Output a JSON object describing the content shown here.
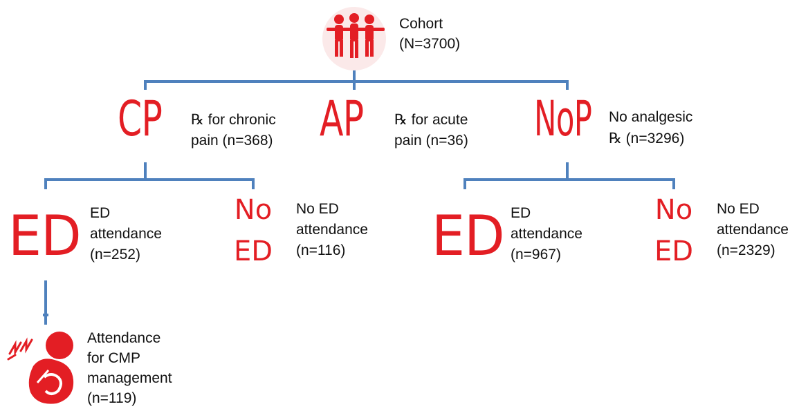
{
  "colors": {
    "accent": "#e31e24",
    "connector": "#4f81bd",
    "text": "#111111"
  },
  "root": {
    "icon": "people-group-icon",
    "title": "Cohort",
    "count": "(N=3700)"
  },
  "level1": [
    {
      "id": "cp",
      "abbr": "CP",
      "line1": "℞ for chronic",
      "line2": "pain (n=368)"
    },
    {
      "id": "ap",
      "abbr": "AP",
      "line1": "℞ for acute",
      "line2": "pain (n=36)"
    },
    {
      "id": "nop",
      "abbr": "NoP",
      "line1": "No analgesic",
      "line2": "℞ (n=3296)"
    }
  ],
  "level2": [
    {
      "id": "cp-ed",
      "abbr": "ED",
      "line1": "ED",
      "line2": "attendance",
      "line3": "(n=252)"
    },
    {
      "id": "cp-no-ed",
      "abbr_top": "No",
      "abbr_bottom": "ED",
      "line1": "No ED",
      "line2": "attendance",
      "line3": "(n=116)"
    },
    {
      "id": "nop-ed",
      "abbr": "ED",
      "line1": "ED",
      "line2": "attendance",
      "line3": "(n=967)"
    },
    {
      "id": "nop-no-ed",
      "abbr_top": "No",
      "abbr_bottom": "ED",
      "line1": "No ED",
      "line2": "attendance",
      "line3": "(n=2329)"
    }
  ],
  "level3": {
    "icon": "chest-pain-icon",
    "line1": "Attendance",
    "line2": "for CMP",
    "line3": "management",
    "line4": "(n=119)"
  }
}
